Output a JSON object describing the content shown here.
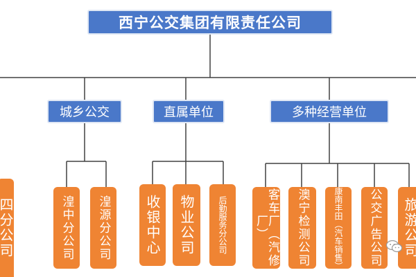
{
  "root": {
    "label": "西宁公交集团有限责任公司"
  },
  "categories": [
    {
      "label": "城乡公交"
    },
    {
      "label": "直属单位"
    },
    {
      "label": "多种经营单位"
    }
  ],
  "units": [
    {
      "label": "四分公司"
    },
    {
      "label": "湟中分公司"
    },
    {
      "label": "湟源分公司"
    },
    {
      "label": "收银中心"
    },
    {
      "label": "物业公司"
    },
    {
      "label": "后勤服务分公司"
    },
    {
      "label": "客车厂（汽修厂）"
    },
    {
      "label": "澳宁检测公司"
    },
    {
      "label": "康南丰田（汽车销售）"
    },
    {
      "label": "公交广告公司"
    },
    {
      "label": "旅游公司"
    }
  ],
  "colors": {
    "blue_box": "#4a78c9",
    "orange_box": "#ef8433",
    "connector": "#404040"
  },
  "watermark": {
    "icon": "wechat-icon"
  }
}
